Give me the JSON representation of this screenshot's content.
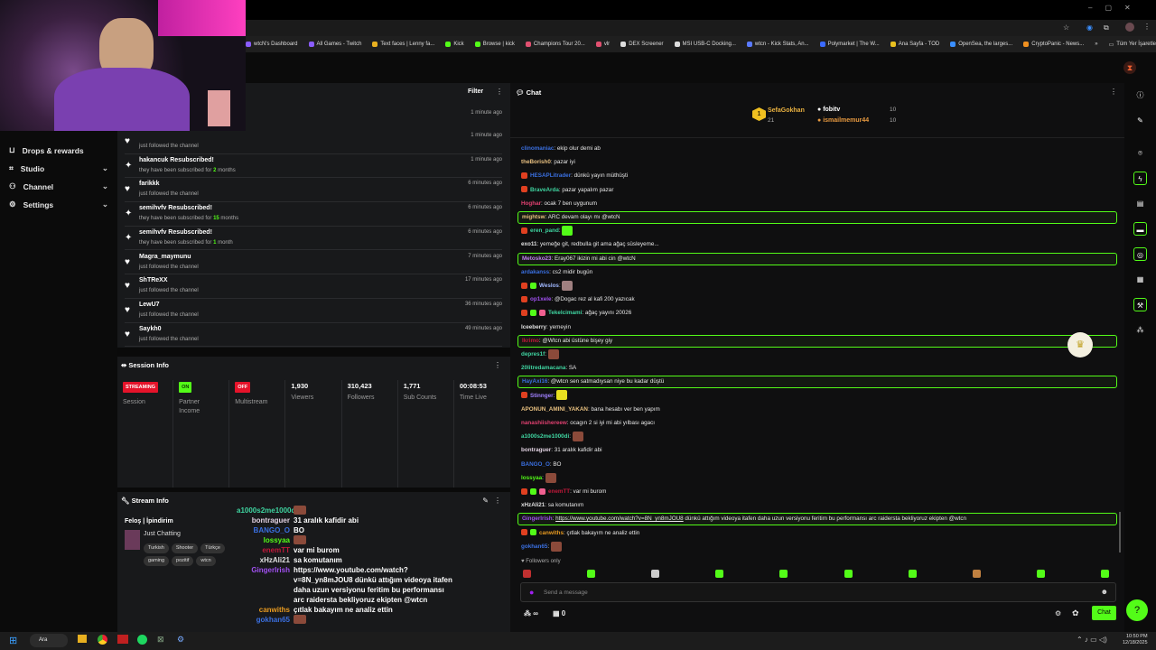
{
  "browser": {
    "bookmarks": [
      "wtcN's Dashboard",
      "All Games - Twitch",
      "Text faces | Lenny fa...",
      "Kick",
      "Browse | kick",
      "Champions Tour 20...",
      "vlr",
      "DEX Screener",
      "MSI USB-C Docking...",
      "wtcn - Kick Stats, An...",
      "Polymarket | The W...",
      "Ana Sayfa - TOD",
      "OpenSea, the larges...",
      "CryptoPanic - News..."
    ],
    "more": "»",
    "all_bookmarks": "Tüm Yer İşaretleri"
  },
  "sidebar": {
    "items": [
      {
        "label": "Drops & rewards",
        "icon": "gift-icon"
      },
      {
        "label": "Studio",
        "icon": "studio-icon"
      },
      {
        "label": "Channel",
        "icon": "channel-icon"
      },
      {
        "label": "Settings",
        "icon": "gear-icon"
      }
    ]
  },
  "activity": {
    "filter": "Filter",
    "first_time": "1 minute ago",
    "items": [
      {
        "type": "follow",
        "name": "",
        "sub": "just followed the channel",
        "time": "1 minute ago"
      },
      {
        "type": "resub",
        "name": "hakancuk Resubscribed!",
        "sub_pre": "they have been subscribed for ",
        "months": "2",
        "sub_post": " months",
        "time": "1 minute ago"
      },
      {
        "type": "follow",
        "name": "farikkk",
        "sub": "just followed the channel",
        "time": "6 minutes ago"
      },
      {
        "type": "resub",
        "name": "semihvfv Resubscribed!",
        "sub_pre": "they have been subscribed for ",
        "months": "15",
        "sub_post": " months",
        "time": "6 minutes ago"
      },
      {
        "type": "resub",
        "name": "semihvfv Resubscribed!",
        "sub_pre": "they have been subscribed for ",
        "months": "1",
        "sub_post": " month",
        "time": "6 minutes ago"
      },
      {
        "type": "follow",
        "name": "Magra_maymunu",
        "sub": "just followed the channel",
        "time": "7 minutes ago"
      },
      {
        "type": "follow",
        "name": "ShTReXX",
        "sub": "just followed the channel",
        "time": "17 minutes ago"
      },
      {
        "type": "follow",
        "name": "LewU7",
        "sub": "just followed the channel",
        "time": "36 minutes ago"
      },
      {
        "type": "follow",
        "name": "Saykh0",
        "sub": "just followed the channel",
        "time": "49 minutes ago"
      }
    ]
  },
  "session": {
    "title": "Session Info",
    "cols": [
      {
        "badge": "STREAMING",
        "badge_color": "#e5132a",
        "label": "Session"
      },
      {
        "badge": "ON",
        "badge_color": "#53fc18",
        "label": "Partner\nIncome"
      },
      {
        "badge": "OFF",
        "badge_color": "#e5132a",
        "label": "Multistream"
      },
      {
        "value": "1,930",
        "label": "Viewers"
      },
      {
        "value": "310,423",
        "label": "Followers"
      },
      {
        "value": "1,771",
        "label": "Sub Counts"
      },
      {
        "value": "00:08:53",
        "label": "Time Live"
      }
    ]
  },
  "stream_info": {
    "title": "Stream Info",
    "stream_title": "Feloş | İpindirim",
    "category": "Just Chatting",
    "tags": [
      "Turkish",
      "Shooter",
      "Türkçe",
      "gaming",
      "pozitif",
      "wtcn"
    ]
  },
  "overlay_chat": [
    {
      "user": "a1000s2me1000di",
      "color": "#3fd4a0",
      "msg": "",
      "emote": true
    },
    {
      "user": "bontraguer",
      "color": "#e0d0e0",
      "msg": "31 aralık kafidir abi"
    },
    {
      "user": "BANGO_O",
      "color": "#3a6fe0",
      "msg": "BO"
    },
    {
      "user": "lossyaa",
      "color": "#53fc18",
      "msg": "",
      "emote": true
    },
    {
      "user": "enemTT",
      "color": "#c0183a",
      "msg": "var mi burom"
    },
    {
      "user": "xHzAli21",
      "color": "#e0e0e0",
      "msg": "sa komutanım"
    },
    {
      "user": "GingerIrish",
      "color": "#a050f0",
      "msg": "https://www.youtube.com/watch?\nv=8N_yn8mJOU8 dünkü attığım videoya itafen\ndaha uzun versiyonu feritim bu performansı\narc raidersta bekliyoruz ekipten @wtcn"
    },
    {
      "user": "canwiths",
      "color": "#e89a20",
      "msg": "çıtlak bakayım ne analiz ettin"
    },
    {
      "user": "gokhan65",
      "color": "#3a6fe0",
      "msg": "",
      "emote": true
    }
  ],
  "chat": {
    "title": "Chat",
    "leaderboard": {
      "top": {
        "rank": "1",
        "name": "SefaGokhan",
        "count": "21"
      },
      "others": [
        {
          "name": "fobitv",
          "count": "10"
        },
        {
          "name": "ismailmemur44",
          "count": "10"
        }
      ]
    },
    "messages": [
      {
        "user": "clinomaniac",
        "color": "#3a6fe0",
        "msg": "ekip olur demi ab"
      },
      {
        "user": "theBorish0",
        "color": "#e8c080",
        "msg": "pazar iyi"
      },
      {
        "user": "HESAPLitrader",
        "color": "#3a6fe0",
        "msg": "dünkü yayın müthüşti",
        "badges": 1
      },
      {
        "user": "BraveArda",
        "color": "#3fd4a0",
        "msg": "pazar yapalım pazar",
        "badges": 1
      },
      {
        "user": "Hoghar",
        "color": "#e04070",
        "msg": "ocak 7 ben uygunum"
      },
      {
        "user": "mightsw",
        "color": "#e8c080",
        "msg": "ARC devam olayı mı @wtcN",
        "hl": true
      },
      {
        "user": "eren_pand",
        "color": "#3fd4a0",
        "msg": "",
        "badges": 1,
        "emote": "#53fc18"
      },
      {
        "user": "exo11",
        "color": "#e0e0e0",
        "msg": "yemeğe git, redbulla git ama ağaç süsleyeme..."
      },
      {
        "user": "Metosko23",
        "color": "#c080f0",
        "msg": "Eray067 ikizin mi abi cin @wtcN",
        "hl": true
      },
      {
        "user": "ardakanss",
        "color": "#3a6fe0",
        "msg": "cs2 midir bugün"
      },
      {
        "user": "Weslos",
        "color": "#a0b8ff",
        "msg": "",
        "badges": 2,
        "emote": "#a08080"
      },
      {
        "user": "op1xele",
        "color": "#a050f0",
        "msg": "@Dogac rez al kafi 200 yazıcak",
        "badges": 1
      },
      {
        "user": "Tekelcimami",
        "color": "#3fd4a0",
        "msg": "ağaç yayını 20026",
        "badges": 3
      },
      {
        "user": "Iceeberry",
        "color": "#e0e0e0",
        "msg": "yemeyin"
      },
      {
        "user": "Ikrimo",
        "color": "#c0183a",
        "msg": "@Wtcn abi üstüne bişey giy",
        "hl": true
      },
      {
        "user": "depres1f",
        "color": "#3fd4a0",
        "msg": "",
        "emote": "#8b4a3a"
      },
      {
        "user": "20litredamacana",
        "color": "#3fd4a0",
        "msg": "SA"
      },
      {
        "user": "HayAxi16",
        "color": "#3a6fe0",
        "msg": "@wtcn sen satmadıysan niye bu kadar düştü",
        "hl": true
      },
      {
        "user": "Stinnger",
        "color": "#a080ff",
        "msg": "",
        "badges": 1,
        "emote": "#e8e020"
      },
      {
        "user": "APONUN_AMINI_YAKAN",
        "color": "#e8c080",
        "msg": "bana hesabı ver ben yapım"
      },
      {
        "user": "nanashiishereew",
        "color": "#e04070",
        "msg": "ocagın 2 si iyi mi abi yılbası agacı"
      },
      {
        "user": "a1000s2me1000di",
        "color": "#3fd4a0",
        "msg": "",
        "emote": "#8b4a3a"
      },
      {
        "user": "bontraguer",
        "color": "#e0d0e0",
        "msg": "31 aralık kafidir abi"
      },
      {
        "user": "BANGO_O",
        "color": "#3a6fe0",
        "msg": "BO"
      },
      {
        "user": "lossyaa",
        "color": "#53fc18",
        "msg": "",
        "emote": "#8b4a3a"
      },
      {
        "user": "enemTT",
        "color": "#c0183a",
        "msg": "var mi burom",
        "badges": 3
      },
      {
        "user": "xHzAli21",
        "color": "#e0e0e0",
        "msg": "sa komutanım"
      },
      {
        "user": "GingerIrish",
        "color": "#a050f0",
        "msg": "dünkü attığım videoya itafen daha uzun versiyonu feritim bu performansı arc raidersta bekliyoruz ekipten @wtcn",
        "link": "https://www.youtube.com/watch?v=8N_yn8mJOU8",
        "hl": true
      },
      {
        "user": "canwiths",
        "color": "#e89a20",
        "msg": "çıtlak bakayım ne analiz ettin",
        "badges": 2
      },
      {
        "user": "gokhan65",
        "color": "#3a6fe0",
        "msg": "",
        "emote": "#8b4a3a"
      }
    ],
    "followers_only": "Followers only",
    "placeholder": "Send a message",
    "points": "∞",
    "store_count": "0",
    "send": "Chat"
  },
  "taskbar": {
    "search": "Ara",
    "time": "10:50 PM",
    "date": "12/18/2025"
  },
  "colors": {
    "accent": "#53fc18",
    "danger": "#e5132a"
  }
}
